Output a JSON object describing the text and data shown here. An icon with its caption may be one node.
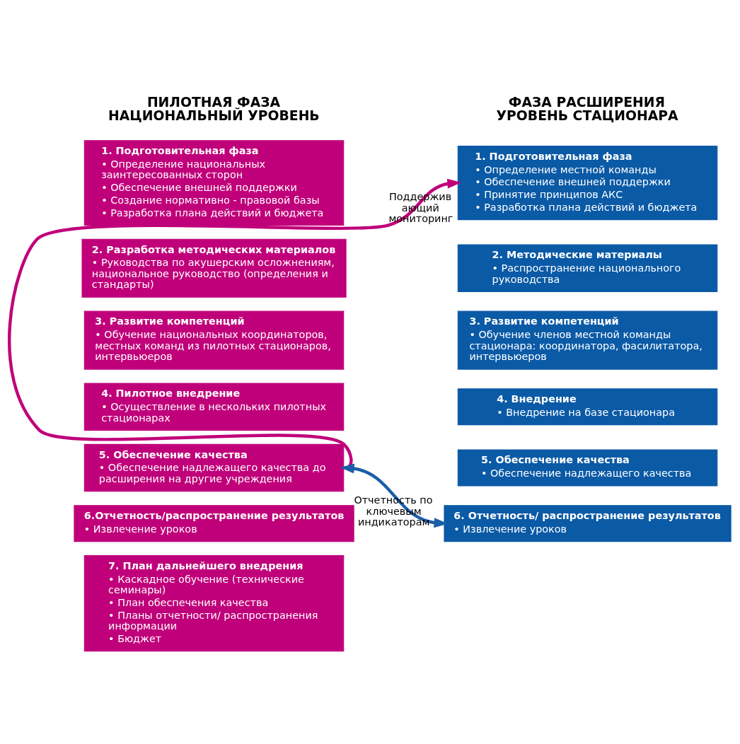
{
  "diagram": {
    "nodes": [
      {
        "text": [
          "1. Подготовительная фаза",
          "• Определение национальных заинтересованных сторон",
          "• Обеспечение внешней поддержки",
          "• Создание нормативно - правовой базы",
          "• Разработка плана действий и бюджета"
        ]
      },
      {
        "text": [
          "2. Разработка методических материалов",
          "• Руководства по акушерским осложнениям, национальное руководство (определения и стандарты)"
        ]
      },
      {
        "text": [
          "3. Развитие компетенций",
          "• Обучение национальных координаторов, местных команд из пилотных стационаров, интервьюеров"
        ]
      },
      {
        "text": [
          "4. Пилотное внедрение",
          "• Осуществление в нескольких пилотных стационарах"
        ]
      },
      {
        "text": [
          "5. Обеспечение качества",
          "• Обеспечение надлежащего качества до расширения на другие учреждения"
        ]
      },
      {
        "text": [
          "6.Отчетность/распространение результатов",
          "• Извлечение уроков"
        ]
      },
      {
        "text": [
          "7. План дальнейшего внедрения",
          "• Каскадное обучение (технические семинары)",
          "• План обеспечения качества",
          "• Планы отчетности/ распространения информации",
          "• Бюджет"
        ]
      },
      {
        "text": [
          "1. Подготовительная фаза",
          "• Определение местной команды",
          "• Обеспечение внешней поддержки",
          "• Принятие принципов АКС",
          "• Разработка плана действий и бюджета"
        ]
      },
      {
        "text": [
          "2. Методические материалы",
          "• Распространение национального руководства"
        ]
      },
      {
        "text": [
          "3. Развитие компетенций",
          "• Обучение членов местной команды стационара: координатора, фасилитатора, интервьюеров"
        ]
      },
      {
        "text": [
          "4. Внедрение",
          "• Внедрение на базе стационара"
        ]
      },
      {
        "text": [
          "5. Обеспечение качества",
          "• Обеспечение надлежащего качества"
        ]
      },
      {
        "text": [
          "6. Отчетность/ распространение результатов",
          "• Извлечение уроков"
        ]
      }
    ],
    "edges": [
      {
        "from": 4,
        "to": 7,
        "arrow": "to",
        "label": "Поддержив ающий мониторинг",
        "color": "#c0007a"
      },
      {
        "from": 4,
        "to": 12,
        "arrow": "both",
        "label": "Отчетность по ключевым индикаторам",
        "color": "#1b5ea8"
      }
    ],
    "labels": [
      "ПИЛОТНАЯ ФАЗА НАЦИОНАЛЬНЫЙ УРОВЕНЬ",
      "ФАЗА РАСШИРЕНИЯ УРОВЕНЬ СТАЦИОНАРА"
    ]
  }
}
